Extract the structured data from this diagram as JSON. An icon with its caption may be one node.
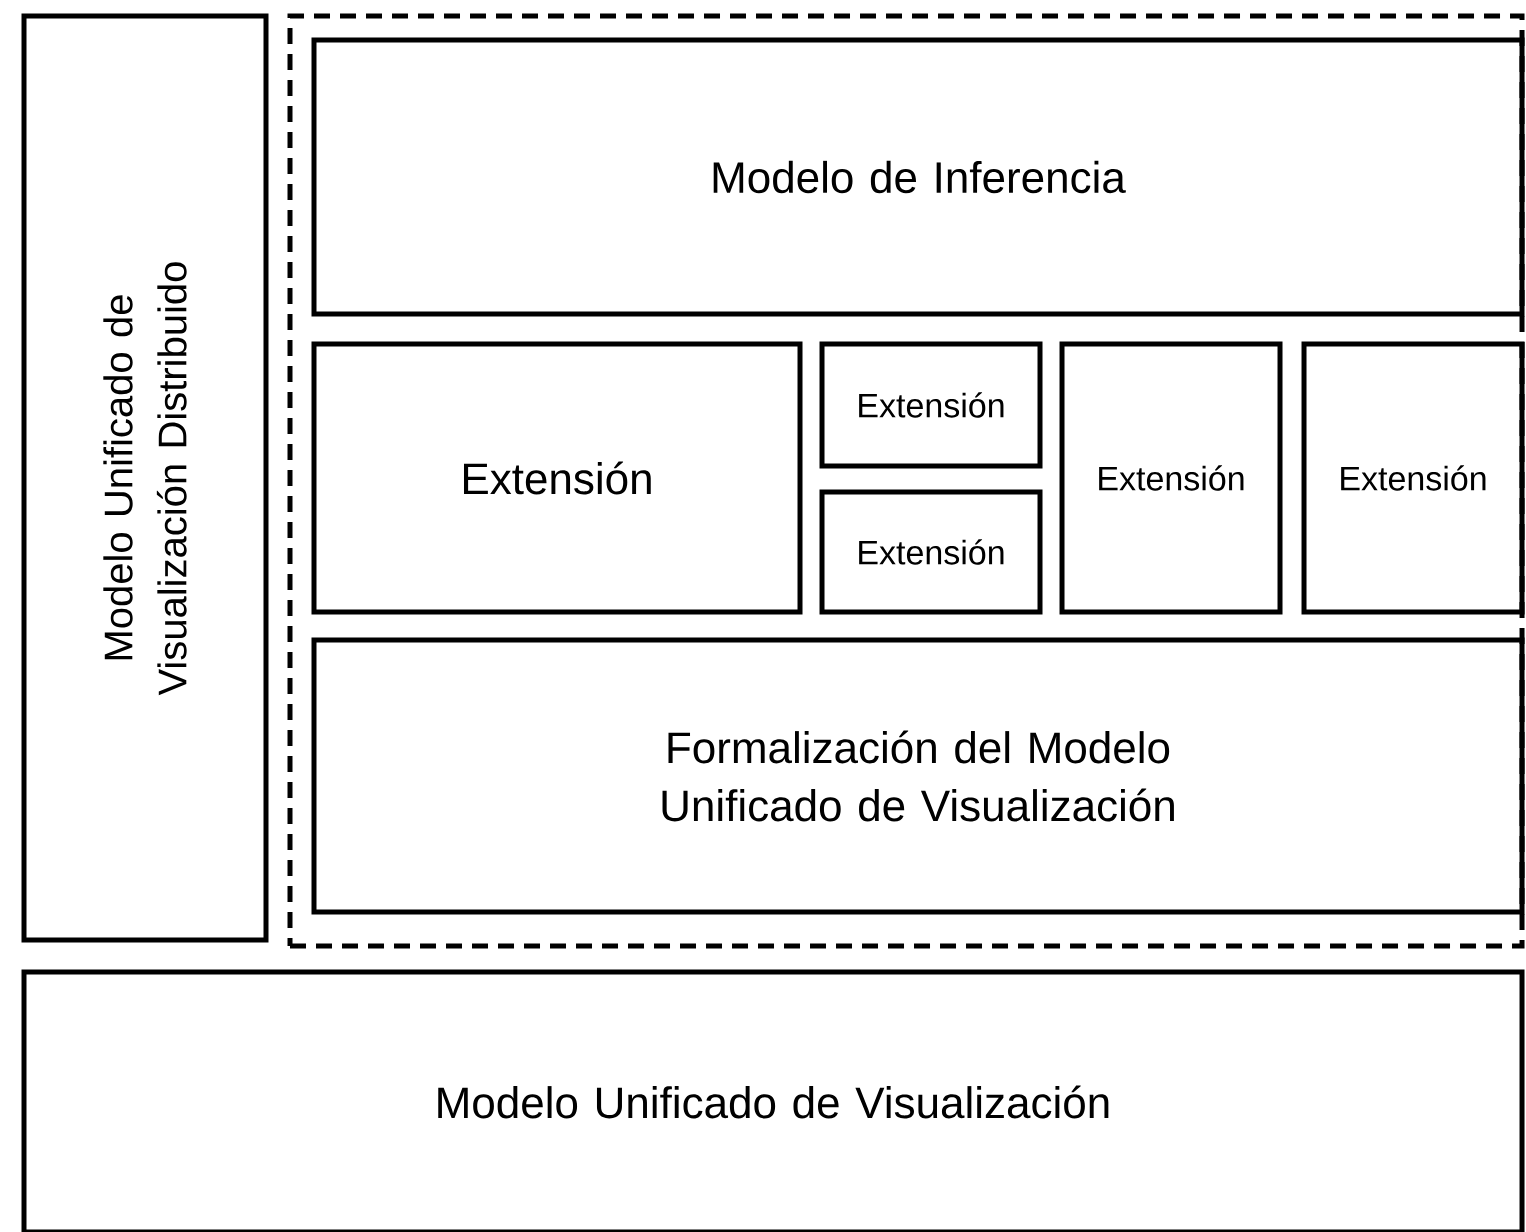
{
  "diagram": {
    "nodes": [
      {
        "text": [
          "Modelo Unificado de Visualización Distribuido"
        ]
      },
      {
        "text": [],
        "shape": "box"
      },
      {
        "text": [
          "Modelo de Inferencia"
        ],
        "in": 1
      },
      {
        "text": [
          "Extensión"
        ],
        "in": 1
      },
      {
        "text": [
          "Extensión"
        ],
        "in": 1
      },
      {
        "text": [
          "Extensión"
        ],
        "in": 1
      },
      {
        "text": [
          "Extensión"
        ],
        "in": 1
      },
      {
        "text": [
          "Extensión"
        ],
        "in": 1
      },
      {
        "text": [
          "Formalización del Modelo Unificado de Visualización"
        ],
        "in": 1
      },
      {
        "text": [
          "Modelo Unificado de Visualización"
        ]
      }
    ]
  }
}
